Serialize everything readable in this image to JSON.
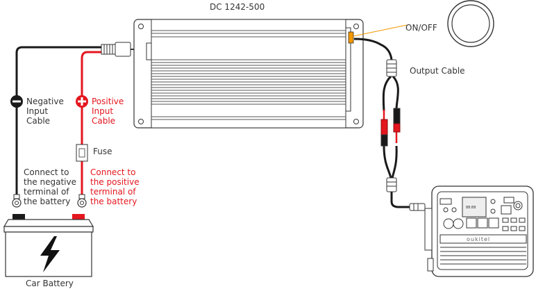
{
  "colors": {
    "positive": "#e4161e",
    "negative": "#1a1a1a",
    "accent": "#f39800",
    "line": "#333333"
  },
  "labels": {
    "model": "DC 1242-500",
    "on_off": "ON/OFF",
    "output_cable": "Output Cable",
    "negative_input": [
      "Negative",
      "Input",
      "Cable"
    ],
    "positive_input": [
      "Positive",
      "Input",
      "Cable"
    ],
    "fuse": "Fuse",
    "connect_negative": [
      "Connect to",
      "the negative",
      "terminal of",
      "the battery"
    ],
    "connect_positive": [
      "Connect to",
      "the positive",
      "terminal of",
      "the battery"
    ],
    "car_battery": "Car Battery"
  },
  "icons": [
    "minus-icon",
    "plus-icon",
    "lightning-icon",
    "fuse-icon",
    "power-switch-icon"
  ],
  "station": {
    "brand": "oukitel",
    "display": "88:88"
  }
}
